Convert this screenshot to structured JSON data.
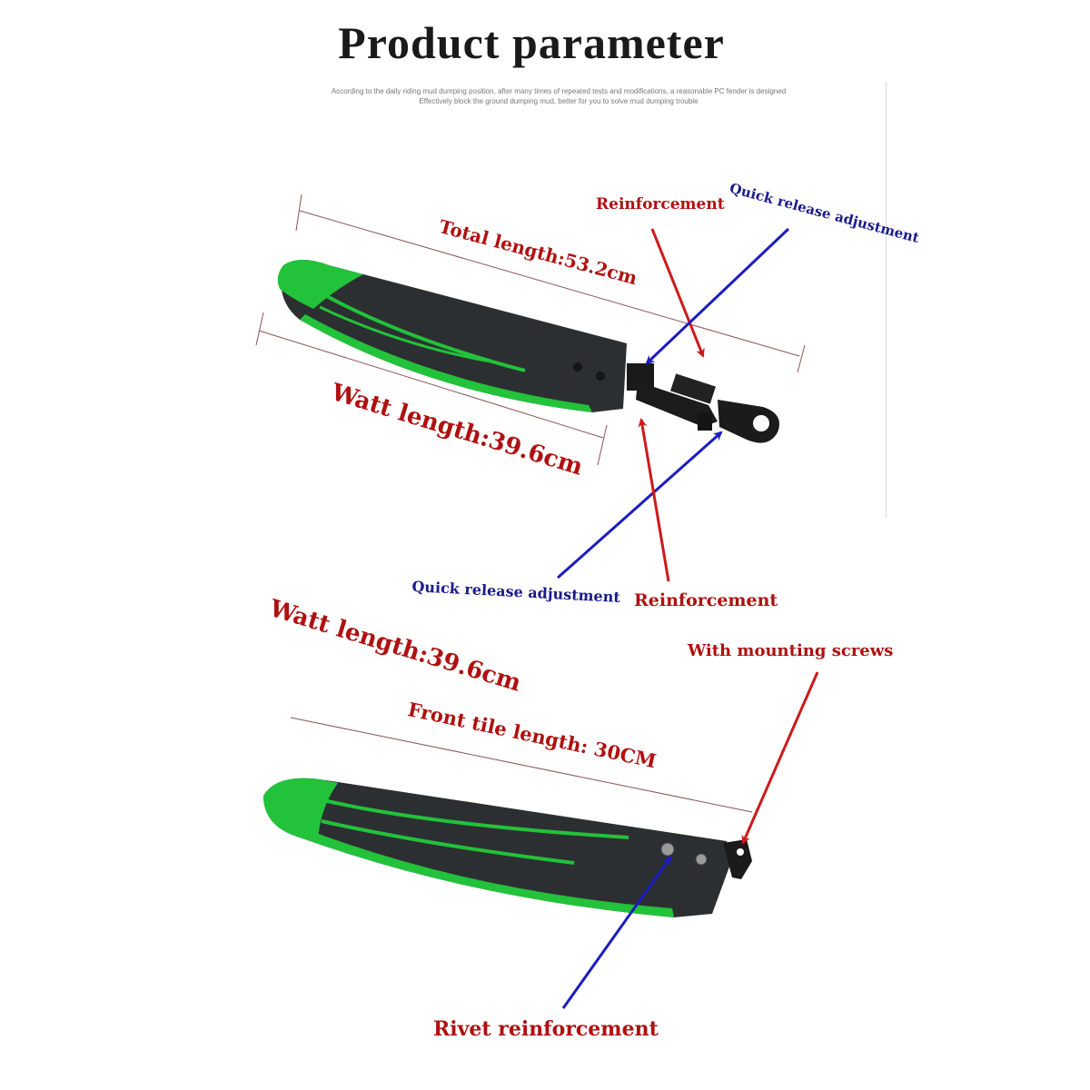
{
  "header": {
    "title": "Product parameter",
    "subtitle_line1": "According to the daily riding mud dumping position, after many times of repeated tests and modifications, a reasonable PC fender is designed",
    "subtitle_line2": "Effectively block the ground dumping mud, better for you to solve mud dumping trouble"
  },
  "rear_fender": {
    "total_length": "Total length:53.2cm",
    "watt_length": "Watt length:39.6cm",
    "reinforcement_top": "Reinforcement",
    "quick_release_top": "Quick release adjustment",
    "quick_release_bottom": "Quick release adjustment",
    "reinforcement_bottom": "Reinforcement"
  },
  "front_fender": {
    "watt_length": "Watt length:39.6cm",
    "front_tile_length": "Front tile length: 30CM",
    "mounting_screws": "With mounting screws",
    "rivet_reinforcement": "Rivet reinforcement"
  },
  "colors": {
    "label_red": "#b01010",
    "label_blue": "#1a1a8c",
    "arrow_red": "#cc1a1a",
    "arrow_blue": "#1c1cc0",
    "fender_black": "#2c2f31",
    "fender_green": "#22c23a"
  }
}
